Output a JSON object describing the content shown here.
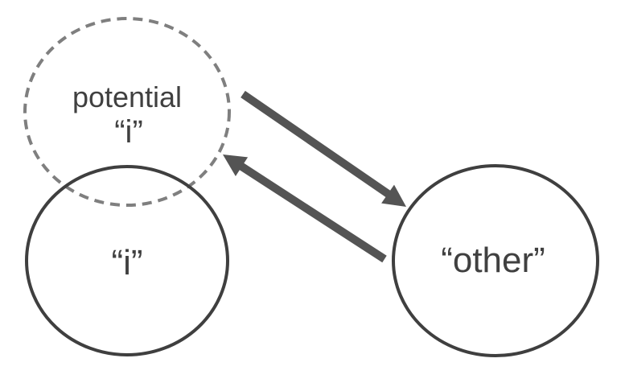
{
  "diagram": {
    "type": "venn-arrow-concept-diagram",
    "colors": {
      "background": "#ffffff",
      "solid_circle": "#3f3f3f",
      "dashed_circle": "#7f7f7f",
      "arrow": "#545454",
      "text": "#404040"
    },
    "nodes": [
      {
        "id": "potential-i",
        "lines": [
          "potential",
          "“i”"
        ],
        "border": "dashed"
      },
      {
        "id": "i",
        "label": "“i”",
        "border": "solid"
      },
      {
        "id": "other",
        "label": "“other”",
        "border": "solid"
      }
    ],
    "arrows": [
      {
        "from": "potential-i",
        "to": "other"
      },
      {
        "from": "other",
        "to": "potential-i"
      }
    ]
  }
}
